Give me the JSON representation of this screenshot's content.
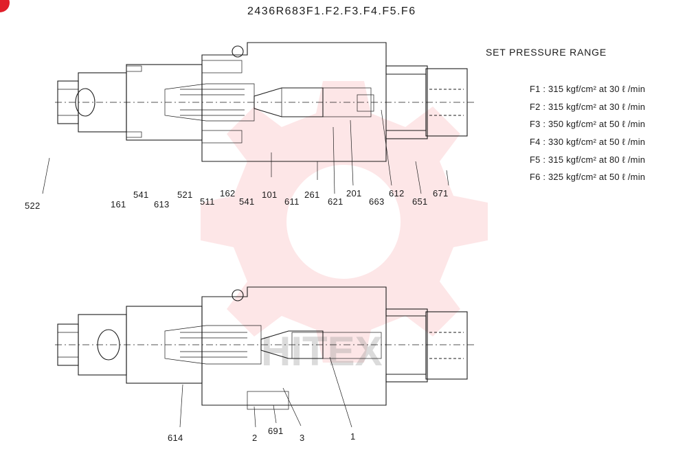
{
  "title": "2436R683F1.F2.F3.F4.F5.F6",
  "set_pressure": {
    "title": "SET PRESSURE RANGE",
    "items": [
      "F1 : 315 kgf/cm² at 30 ℓ /min",
      "F2 : 315 kgf/cm² at 30 ℓ /min",
      "F3 : 350 kgf/cm² at 50 ℓ /min",
      "F4 : 330 kgf/cm² at 50 ℓ /min",
      "F5 : 315 kgf/cm² at 80 ℓ /min",
      "F6 : 325 kgf/cm² at 50 ℓ /min"
    ]
  },
  "upper_callouts": [
    "522",
    "161",
    "541",
    "613",
    "521",
    "511",
    "162",
    "541",
    "101",
    "611",
    "261",
    "621",
    "201",
    "663",
    "612",
    "651",
    "671"
  ],
  "lower_callouts": [
    "614",
    "2",
    "691",
    "3",
    "1"
  ],
  "watermark_text": "HITEX"
}
